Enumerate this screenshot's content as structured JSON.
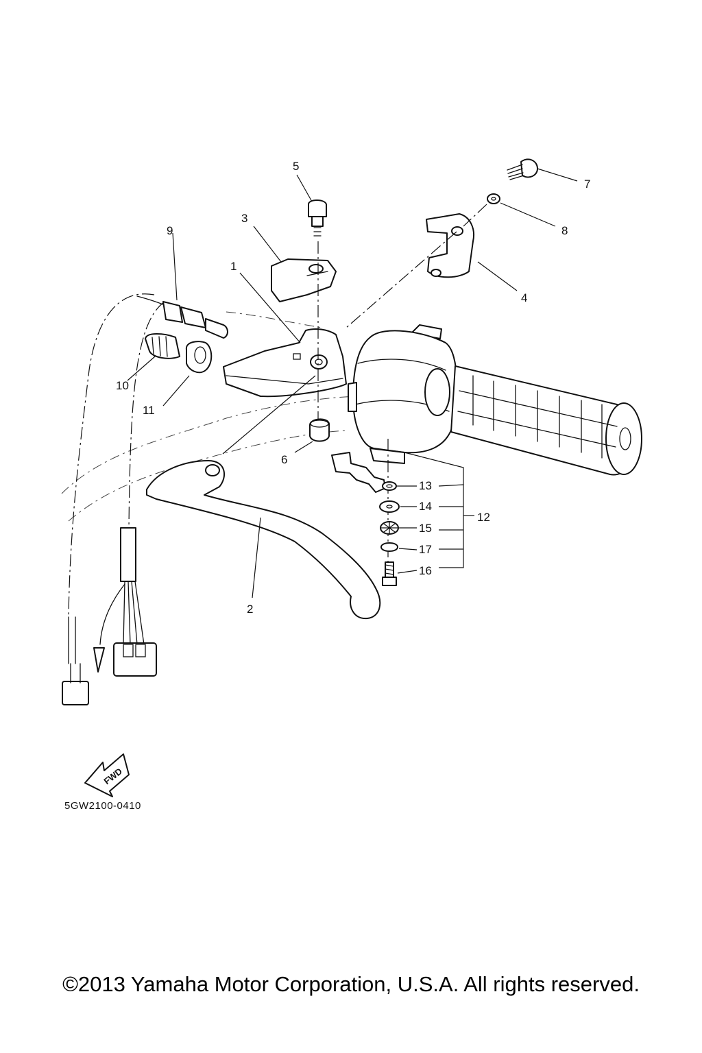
{
  "callouts": {
    "c1": "1",
    "c2": "2",
    "c3": "3",
    "c4": "4",
    "c5": "5",
    "c6": "6",
    "c7": "7",
    "c8": "8",
    "c9": "9",
    "c10": "10",
    "c11": "11",
    "c12": "12",
    "c13": "13",
    "c14": "14",
    "c15": "15",
    "c16": "16",
    "c17": "17"
  },
  "direction_label": "FWD",
  "diagram_code": "5GW2100-0410",
  "copyright": "©2013 Yamaha Motor Corporation, U.S.A. All rights reserved.",
  "icons": [
    "fwd-arrow-icon"
  ],
  "colors": {
    "ink": "#111111",
    "background": "#ffffff"
  }
}
